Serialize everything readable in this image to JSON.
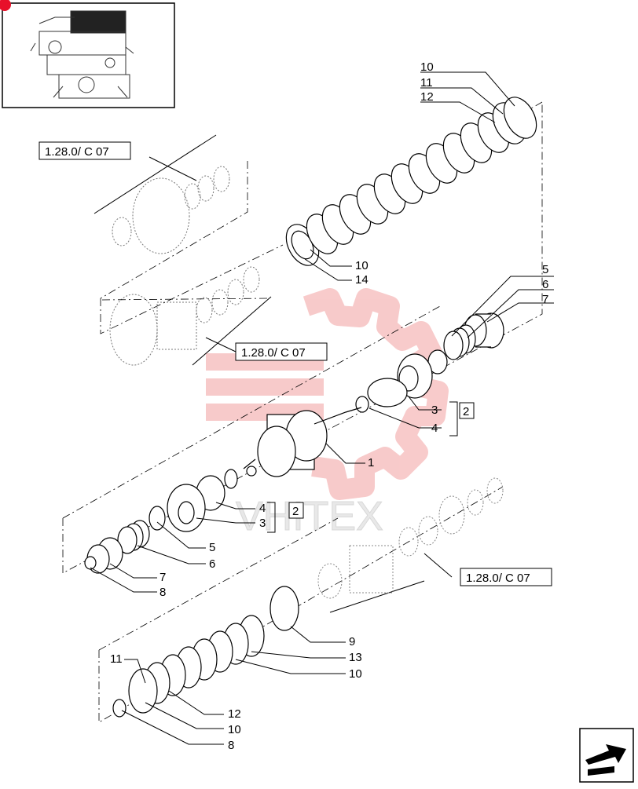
{
  "watermark": {
    "text": "VHITEX",
    "color": "#f2a0a0"
  },
  "references": {
    "group_ref": "1.28.0/ C 07",
    "box_2": "2"
  },
  "callouts": {
    "top_10": "10",
    "top_11": "11",
    "top_12": "12",
    "mid_10": "10",
    "mid_14": "14",
    "r_5": "5",
    "r_6": "6",
    "r_7": "7",
    "r_3": "3",
    "r_4": "4",
    "hub_1": "1",
    "l_4": "4",
    "l_3": "3",
    "l_5": "5",
    "l_6": "6",
    "l_7": "7",
    "l_8": "8",
    "b_9": "9",
    "b_13": "13",
    "b_10": "10",
    "b_11": "11",
    "b_12": "12",
    "b_10b": "10",
    "b_8": "8"
  },
  "colors": {
    "ink": "#000000",
    "badge": "#e8102a"
  },
  "icons": {
    "thumbnail": "tractor-transmission-thumbnail",
    "nav": "next-page-arrow-icon"
  }
}
